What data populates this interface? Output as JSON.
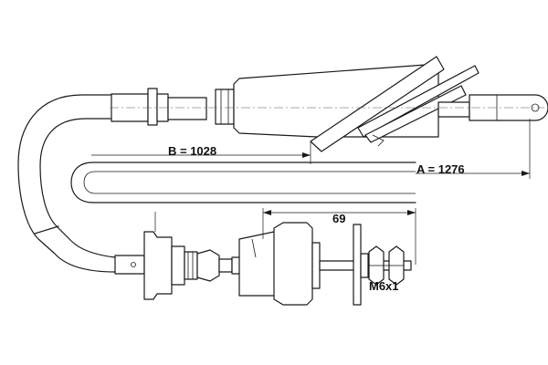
{
  "dimensions": {
    "b": "B = 1028",
    "a": "A = 1276",
    "stroke": "69",
    "thread": "M6x1"
  },
  "colors": {
    "line": "#1a1a1a",
    "background": "#ffffff"
  }
}
